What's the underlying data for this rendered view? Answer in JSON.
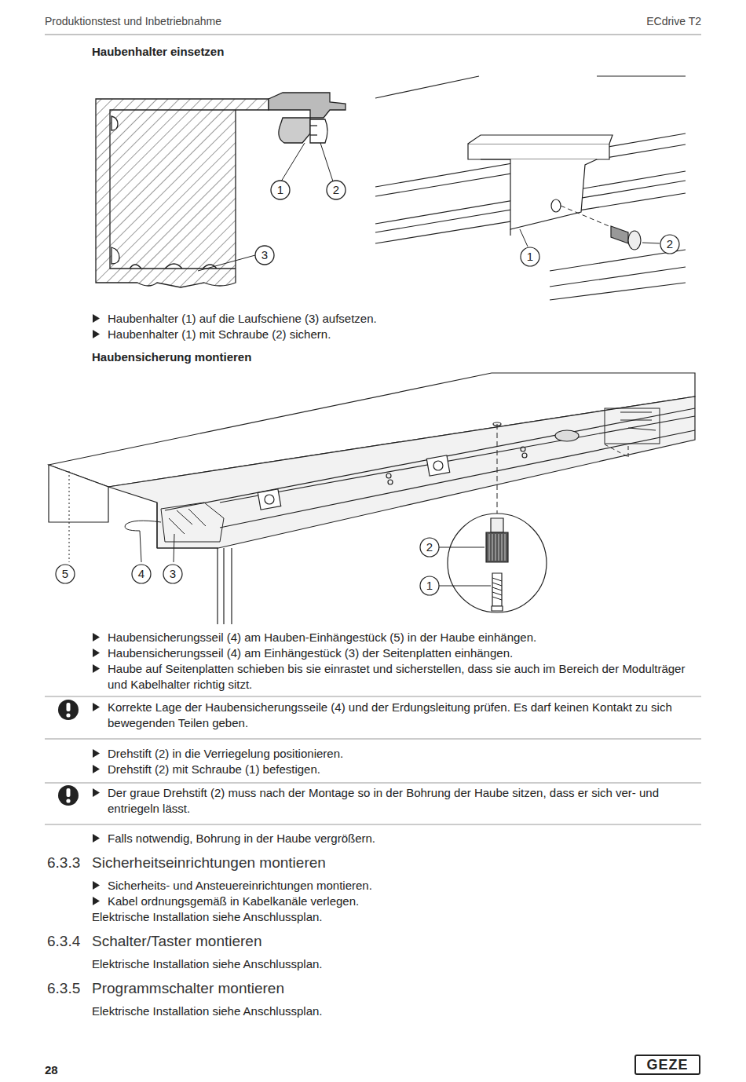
{
  "diagram": {
    "labels": [
      "Produktionstest und Inbetriebnahme",
      "ECdrive T2",
      "Haubenhalter einsetzen",
      "1",
      "2",
      "3",
      "1",
      "2",
      "Haubenhalter (1) auf die Laufschiene (3) aufsetzen.",
      "Haubenhalter (1) mit Schraube (2) sichern.",
      "Haubensicherung montieren",
      "2",
      "1",
      "5",
      "4",
      "3",
      "Haubensicherungsseil (4) am Hauben-Einhängestück (5) in der Haube einhängen.",
      "Haubensicherungsseil (4) am Einhängestück (3) der Seitenplatten einhängen.",
      "Haube auf Seitenplatten schieben bis sie einrastet und sicherstellen, dass sie auch im Bereich der Modulträger und Kabelhalter richtig sitzt.",
      "Korrekte Lage der Haubensicherungsseile (4) und der Erdungsleitung prüfen. Es darf keinen Kontakt zu sich bewegenden Teilen geben.",
      "Drehstift (2) in die Verriegelung positionieren.",
      "Drehstift (2) mit Schraube (1) befestigen.",
      "Der graue Drehstift (2) muss nach der Montage so in der Bohrung der Haube sitzen, dass er sich ver- und entriegeln lässt.",
      "Falls notwendig, Bohrung in der Haube vergrößern.",
      "6.3.3",
      "Sicherheitseinrichtungen montieren",
      "Sicherheits- und Ansteuereinrichtungen montieren.",
      "Kabel ordnungsgemäß in Kabelkanäle verlegen.",
      "Elektrische Installation siehe Anschlussplan.",
      "6.3.4",
      "Schalter/Taster montieren",
      "Elektrische Installation siehe Anschlussplan.",
      "6.3.5",
      "Programmschalter montieren",
      "Elektrische Installation siehe Anschlussplan.",
      "28",
      "GEZE"
    ]
  }
}
